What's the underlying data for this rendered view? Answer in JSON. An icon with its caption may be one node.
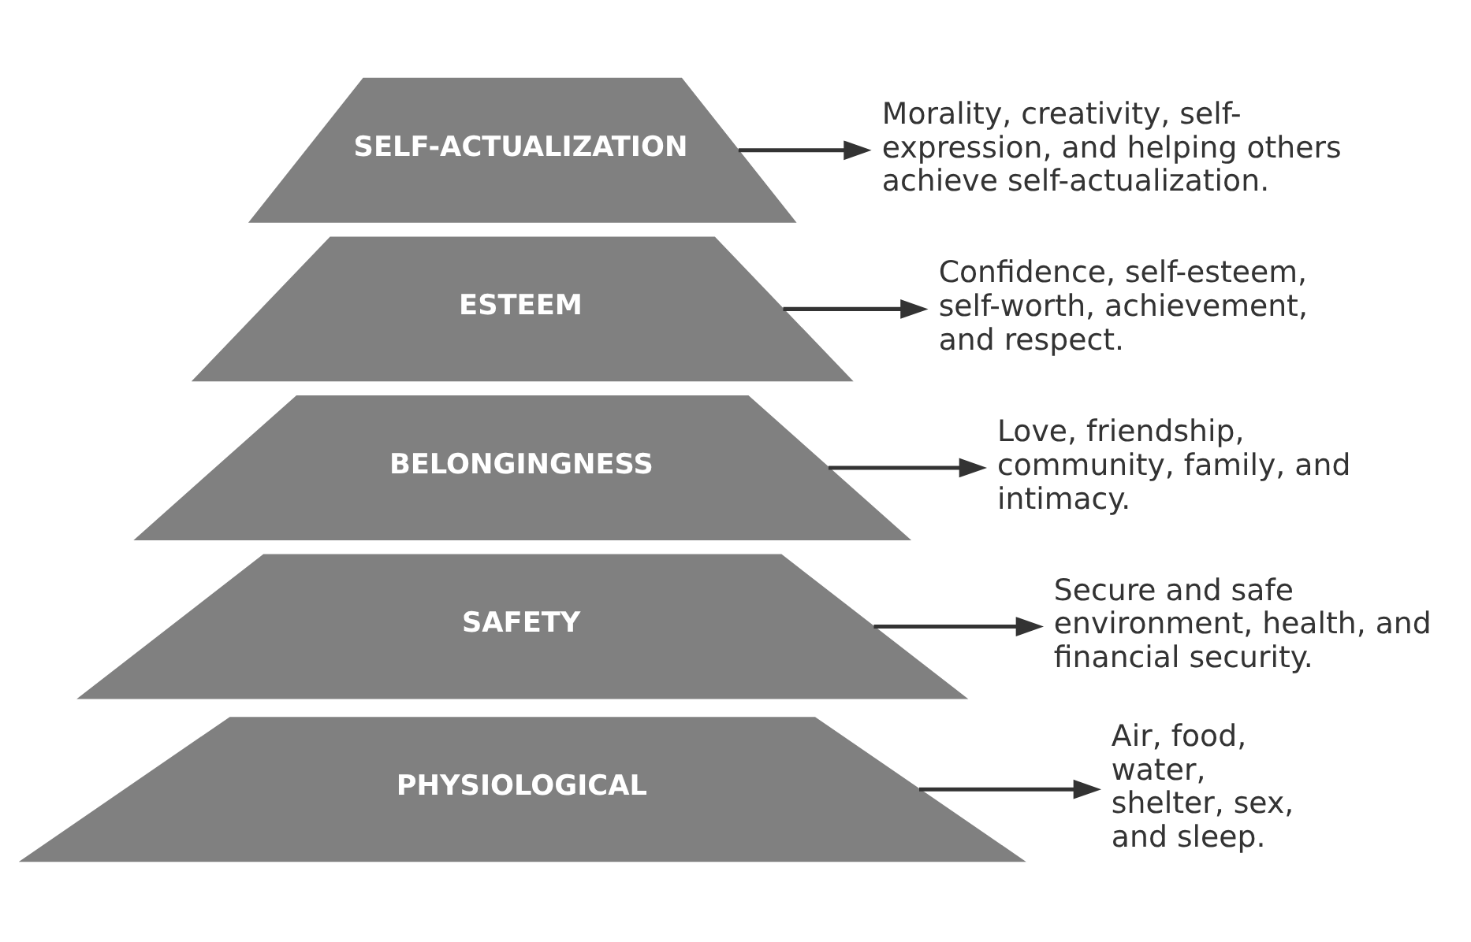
{
  "diagram": {
    "nodes": [
      {
        "text": [
          "SELF-ACTUALIZATION"
        ]
      },
      {
        "text": [
          "ESTEEM"
        ]
      },
      {
        "text": [
          "BELONGINGNESS"
        ]
      },
      {
        "text": [
          "SAFETY"
        ]
      },
      {
        "text": [
          "PHYSIOLOGICAL"
        ]
      },
      {
        "text": [
          "Morality, creativity, self-expression, and helping others achieve self-actualization."
        ]
      },
      {
        "text": [
          "Confidence, self-esteem, self-worth, achievement, and respect."
        ]
      },
      {
        "text": [
          "Love, friendship, community, family, and intimacy."
        ]
      },
      {
        "text": [
          "Secure and safe environment, health, and financial security."
        ]
      },
      {
        "text": [
          "Air, food, water, shelter, sex, and sleep."
        ]
      }
    ],
    "edges": [
      {
        "from": 0,
        "to": 5,
        "arrow": "to"
      },
      {
        "from": 1,
        "to": 6,
        "arrow": "to"
      },
      {
        "from": 2,
        "to": 7,
        "arrow": "to"
      },
      {
        "from": 3,
        "to": 8,
        "arrow": "to"
      },
      {
        "from": 4,
        "to": 9,
        "arrow": "to"
      }
    ]
  }
}
